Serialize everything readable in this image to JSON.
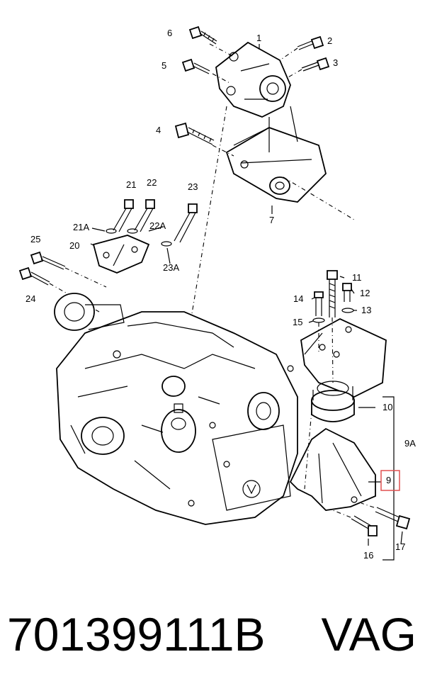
{
  "diagram": {
    "callouts": [
      "1",
      "2",
      "3",
      "4",
      "5",
      "6",
      "7",
      "9",
      "9A",
      "10",
      "11",
      "12",
      "13",
      "14",
      "15",
      "16",
      "17",
      "20",
      "21",
      "21A",
      "22",
      "22A",
      "23",
      "23A",
      "24",
      "25"
    ],
    "highlight": {
      "label": "9",
      "color": "#e05050"
    }
  },
  "footer": {
    "part_number": "701399111B",
    "brand": "VAG"
  }
}
